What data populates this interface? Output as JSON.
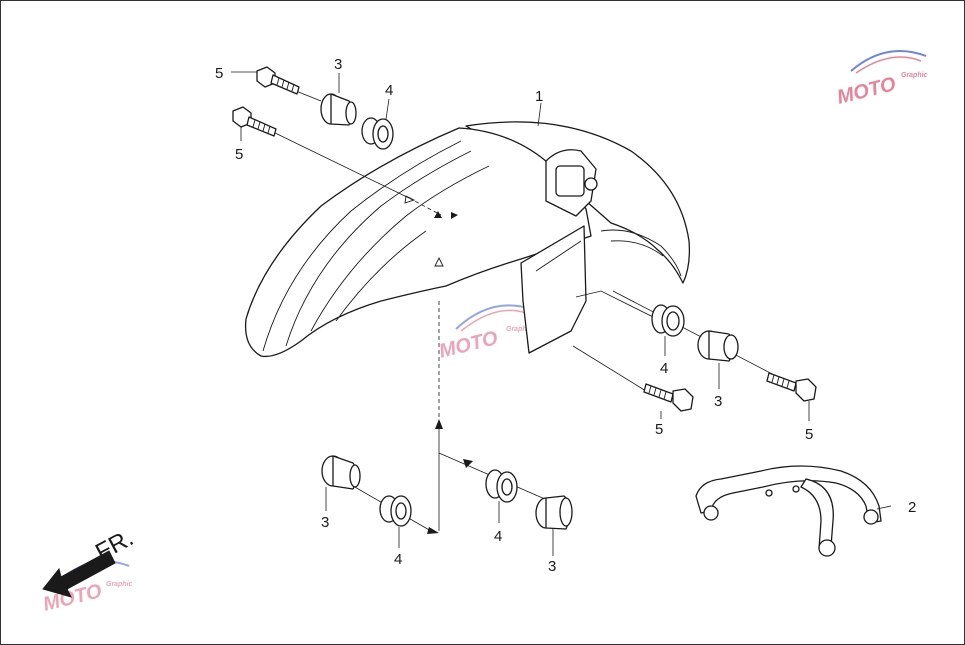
{
  "diagram": {
    "callouts": {
      "fender": "1",
      "bracket": "2",
      "collar": "3",
      "grommet": "4",
      "bolt": "5"
    },
    "direction_label": "FR.",
    "watermark": {
      "main_text": "MOTO",
      "sub_text": "Graphic",
      "colors": {
        "pink": "#e05a7a",
        "blue": "#3b5bd6",
        "gray": "#8a8a8a"
      }
    },
    "colors": {
      "line": "#1a1a1a",
      "arrow_fill": "#1a1a1a"
    }
  }
}
